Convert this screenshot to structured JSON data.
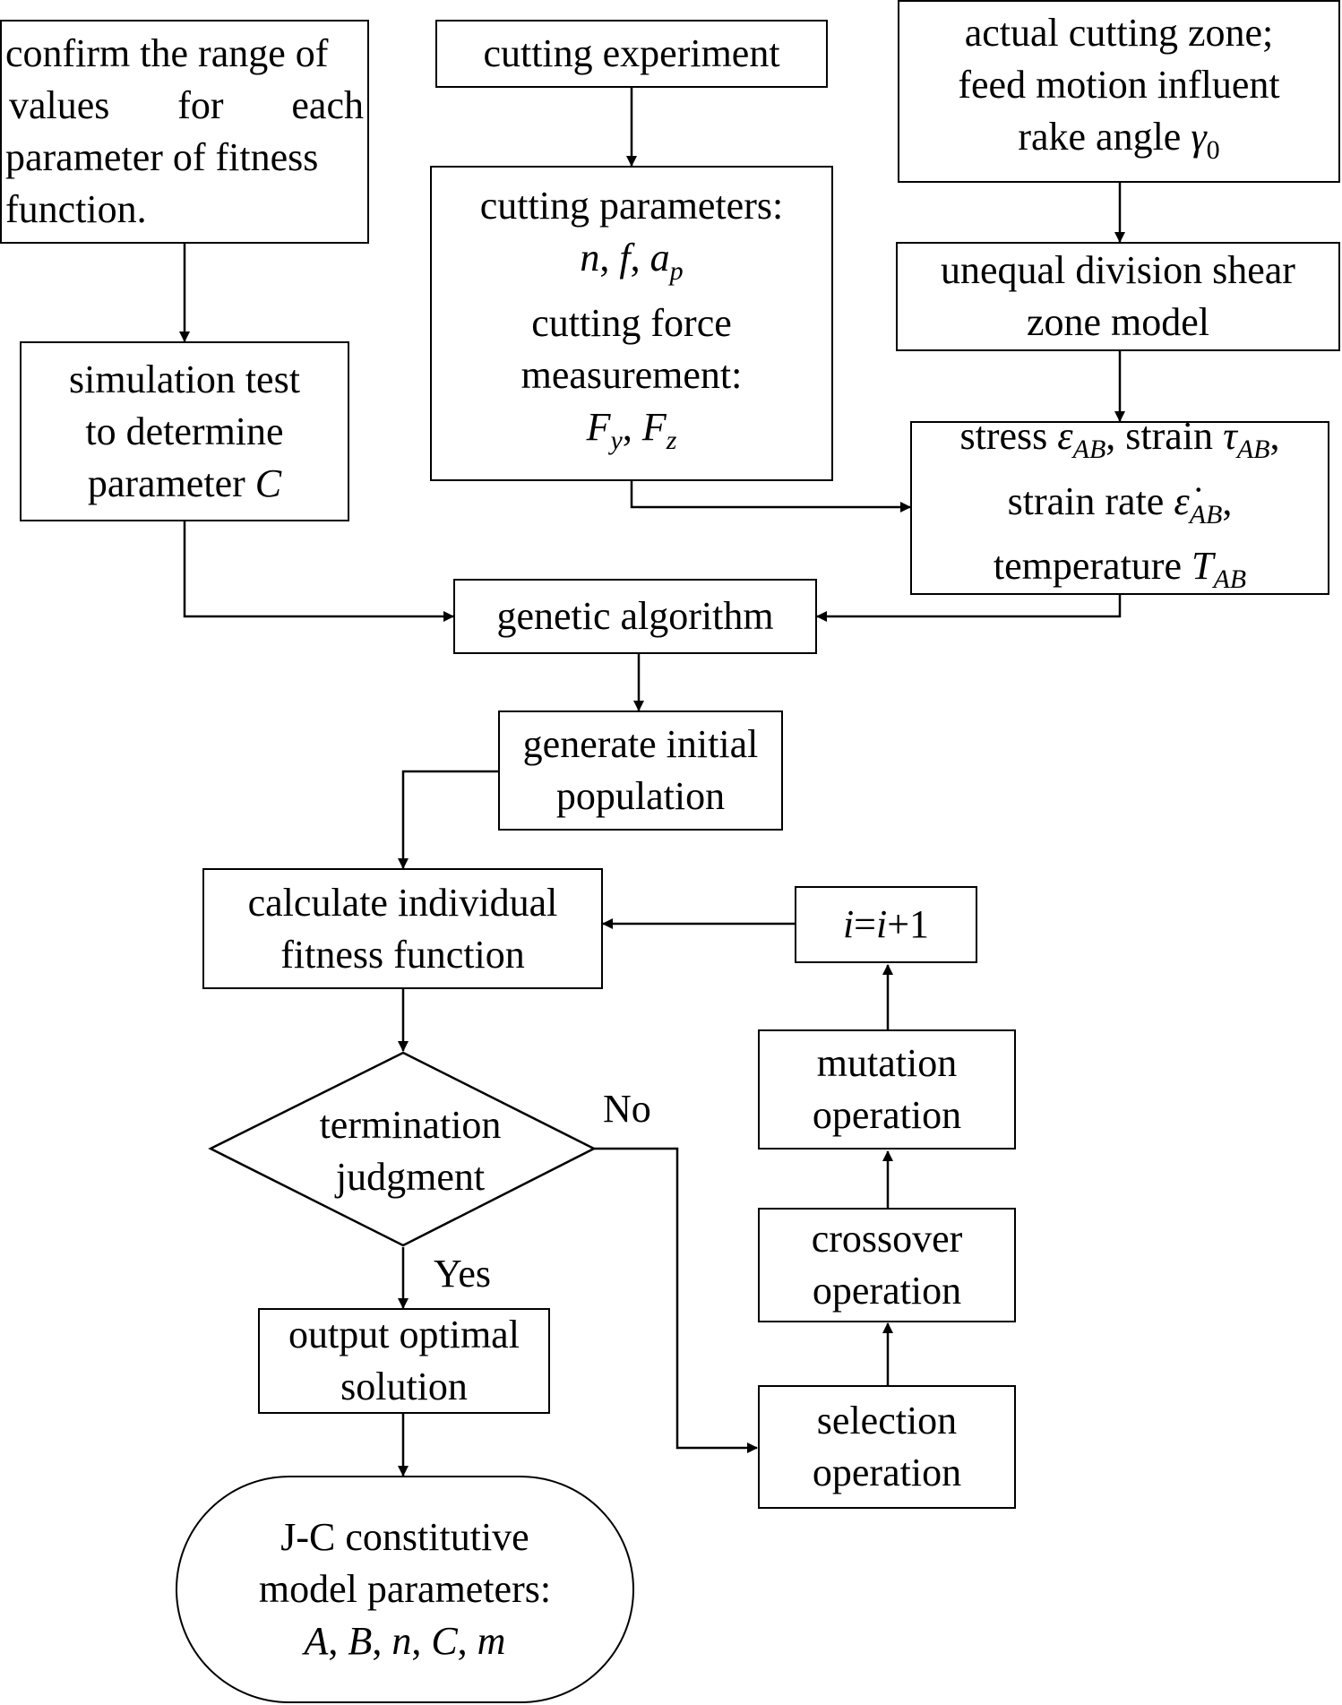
{
  "nodes": {
    "confirm_range": {
      "lines": [
        "confirm the range of",
        "values for each",
        "parameter of fitness",
        "function."
      ]
    },
    "simulation_test": {
      "lines": [
        "simulation test",
        "to determine",
        "parameter C"
      ]
    },
    "cutting_experiment": {
      "lines": [
        "cutting experiment"
      ]
    },
    "cutting_parameters": {
      "lines": [
        "cutting parameters:",
        "n, f, ap",
        "cutting force",
        "measurement:",
        "Fy, Fz"
      ]
    },
    "actual_cutting_zone": {
      "lines": [
        "actual cutting zone;",
        "feed motion influent",
        "rake angle γ0"
      ]
    },
    "shear_zone_model": {
      "lines": [
        "unequal division shear",
        "zone model"
      ]
    },
    "stress_strain": {
      "lines": [
        "stress εAB, strain τAB,",
        "strain rate ε̇AB,",
        "temperature TAB"
      ]
    },
    "genetic_algorithm": {
      "lines": [
        "genetic algorithm"
      ]
    },
    "initial_population": {
      "lines": [
        "generate initial",
        "population"
      ]
    },
    "calculate_fitness": {
      "lines": [
        "calculate individual",
        "fitness function"
      ]
    },
    "termination_judgment": {
      "lines": [
        "termination",
        "judgment"
      ]
    },
    "output_solution": {
      "lines": [
        "output optimal",
        "solution"
      ]
    },
    "jc_parameters": {
      "lines": [
        "J-C constitutive",
        "model parameters:",
        "A, B, n, C, m"
      ]
    },
    "increment": {
      "lines": [
        "i=i+1"
      ]
    },
    "mutation": {
      "lines": [
        "mutation",
        "operation"
      ]
    },
    "crossover": {
      "lines": [
        "crossover",
        "operation"
      ]
    },
    "selection": {
      "lines": [
        "selection",
        "operation"
      ]
    }
  },
  "edge_labels": {
    "no": "No",
    "yes": "Yes"
  },
  "colors": {
    "stroke": "#000000",
    "background": "#ffffff"
  }
}
